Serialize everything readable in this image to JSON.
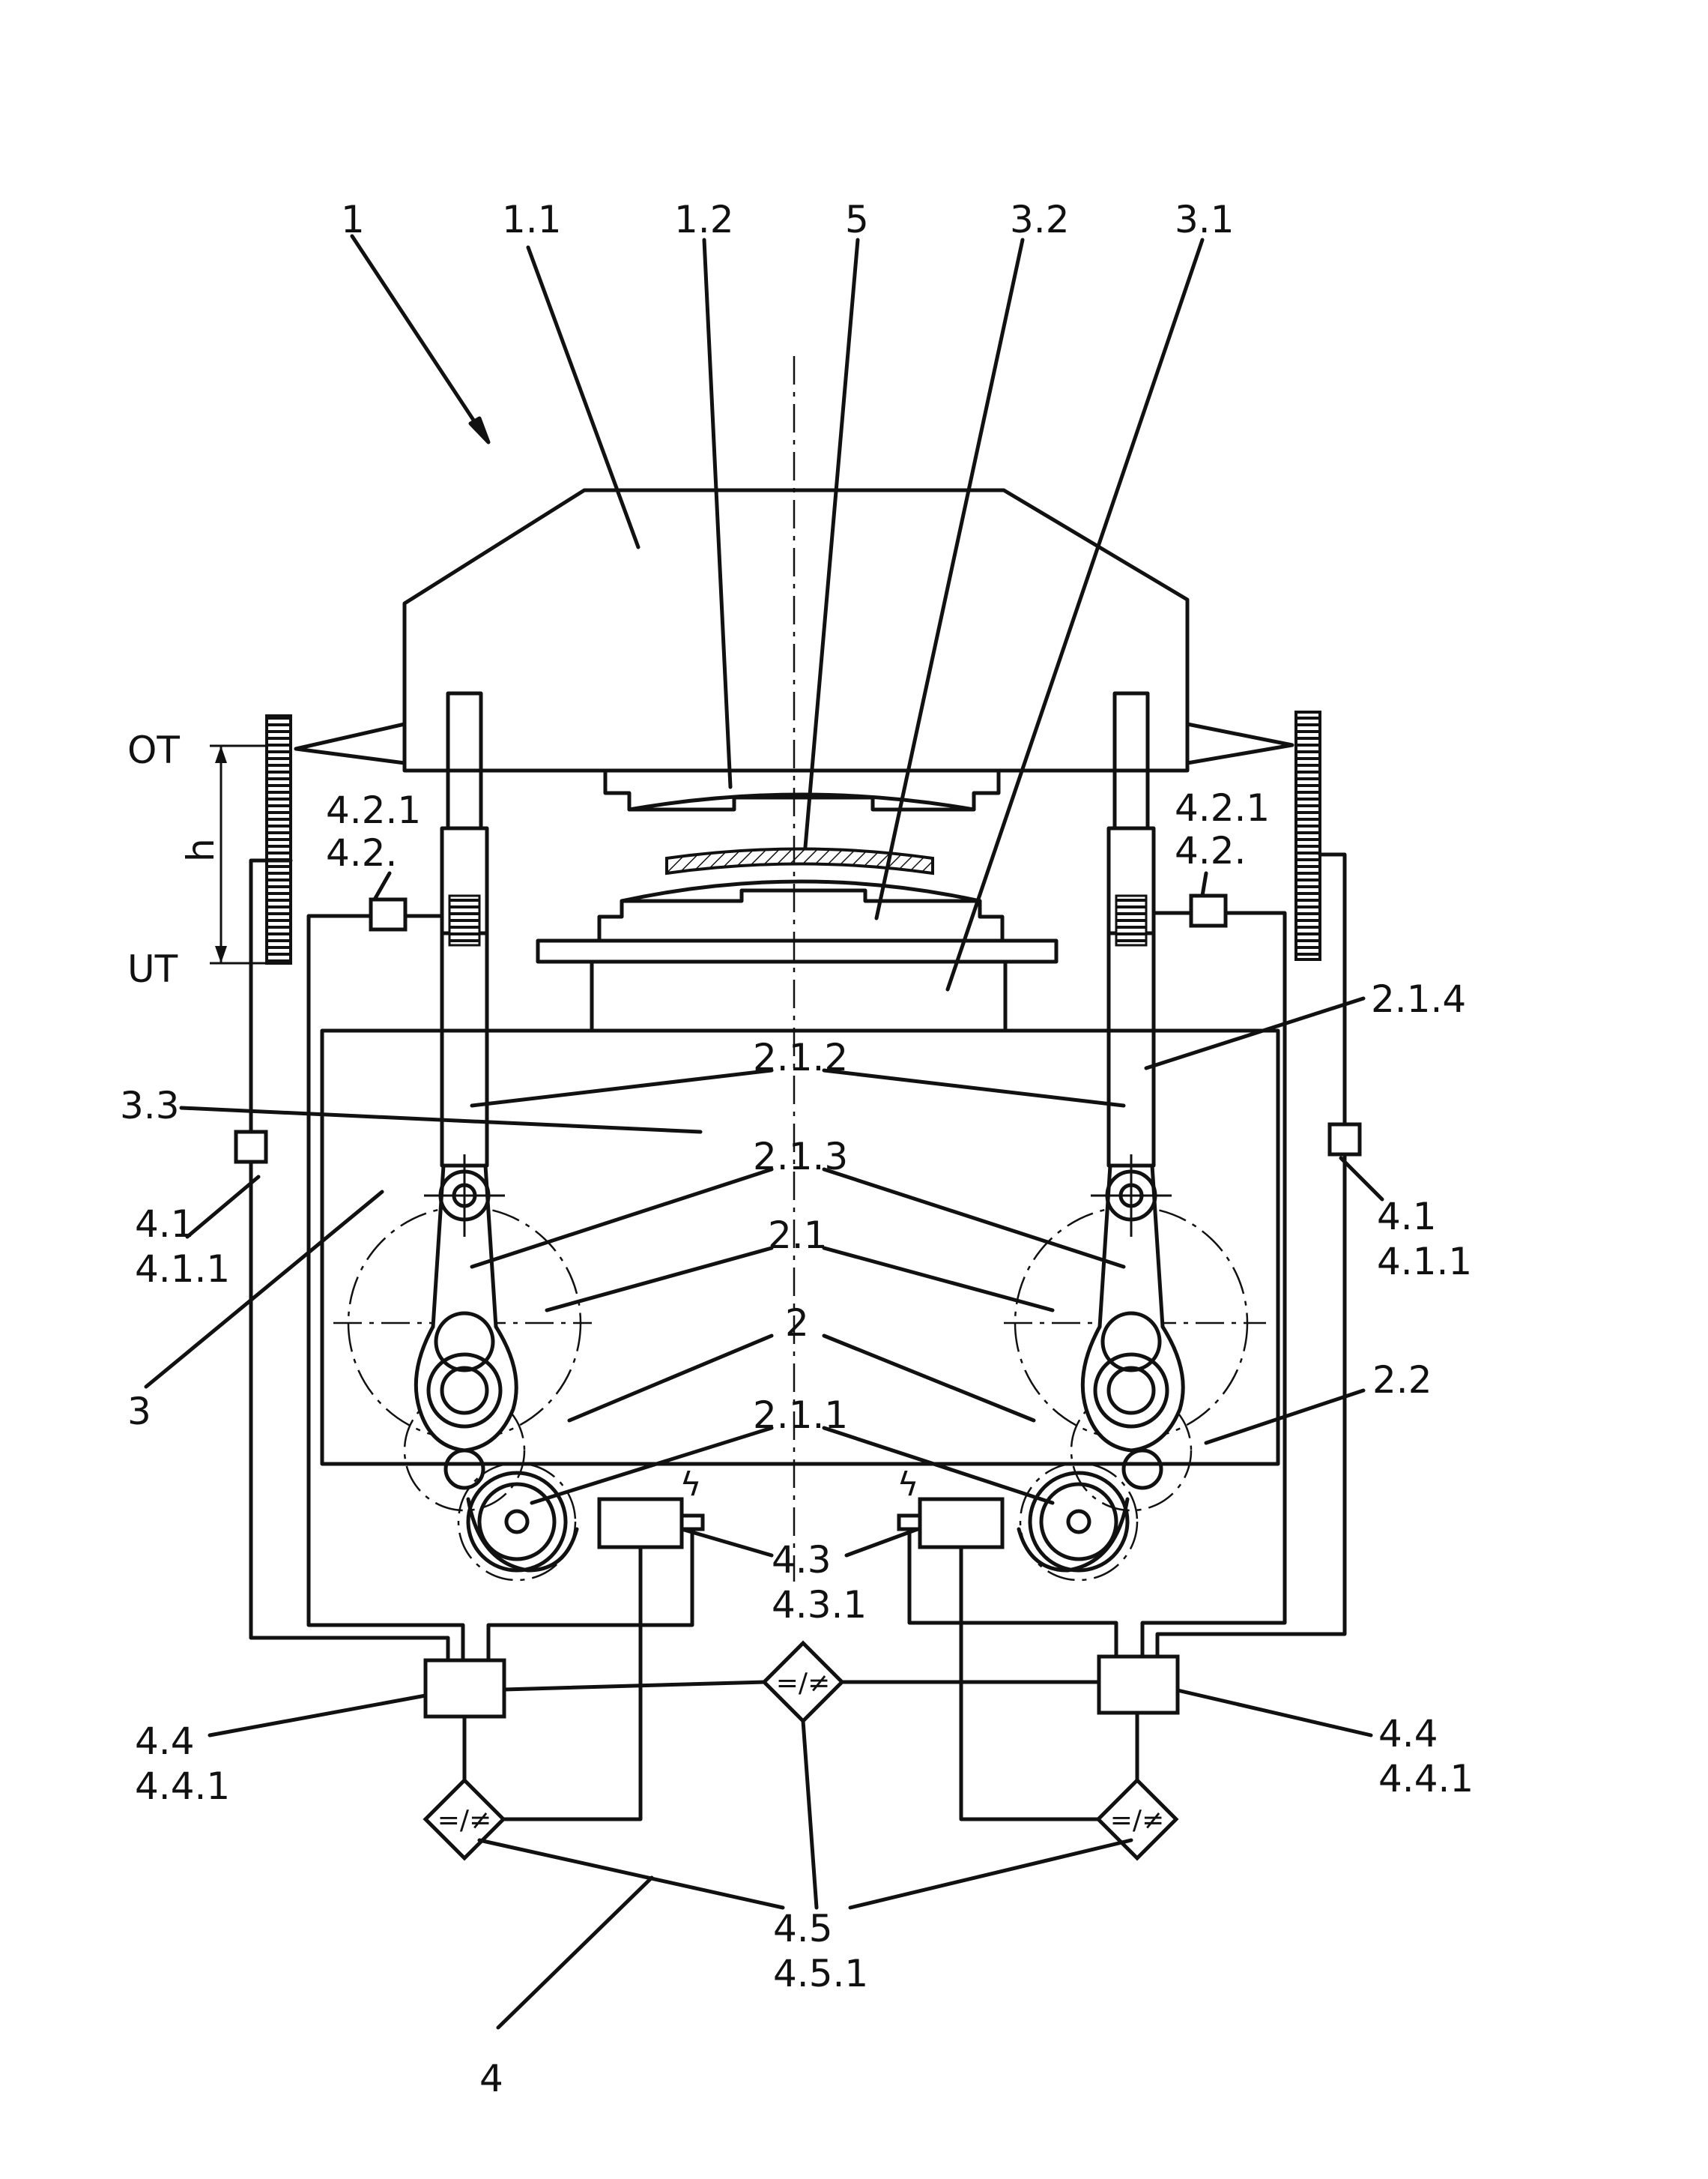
{
  "labels": {
    "l_1": "1",
    "l_1_1": "1.1",
    "l_1_2": "1.2",
    "l_5": "5",
    "l_3_2": "3.2",
    "l_3_1": "3.1",
    "l_OT": "OT",
    "l_UT": "UT",
    "l_h": "h",
    "l_4_2_1_left": "4.2.1",
    "l_4_2_left": "4.2.",
    "l_4_2_1_right": "4.2.1",
    "l_4_2_right": "4.2.",
    "l_2_1_4": "2.1.4",
    "l_2_1_2": "2.1.2",
    "l_3_3": "3.3",
    "l_2_1_3": "2.1.3",
    "l_4_1_left": "4.1",
    "l_4_1_1_left": "4.1.1",
    "l_4_1_right": "4.1",
    "l_4_1_1_right": "4.1.1",
    "l_2_1": "2.1",
    "l_3": "3",
    "l_2": "2",
    "l_2_2": "2.2",
    "l_2_1_1": "2.1.1",
    "l_4_3": "4.3",
    "l_4_3_1": "4.3.1",
    "l_4_4_left": "4.4",
    "l_4_4_1_left": "4.4.1",
    "l_4_4_right": "4.4",
    "l_4_4_1_right": "4.4.1",
    "l_4_5": "4.5",
    "l_4_5_1": "4.5.1",
    "l_4": "4"
  },
  "symbols": {
    "comparator": "=/≠",
    "bolt": "ϟ"
  }
}
